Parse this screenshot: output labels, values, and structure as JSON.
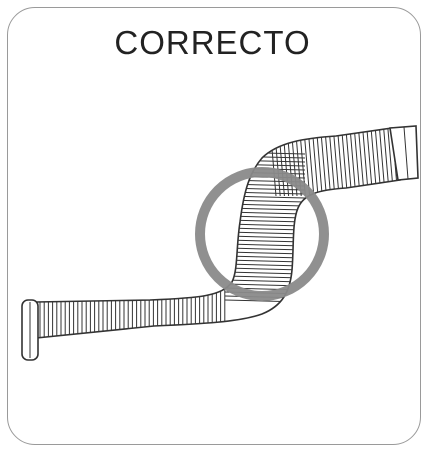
{
  "title": "CORRECTO",
  "illustration": {
    "subject": "flexible-duct-hose",
    "highlight": "circle-around-bend"
  },
  "colors": {
    "frame": "#9a9a9a",
    "highlight_circle": "#8a8a8a",
    "hose_line": "#333333",
    "background": "#ffffff"
  }
}
